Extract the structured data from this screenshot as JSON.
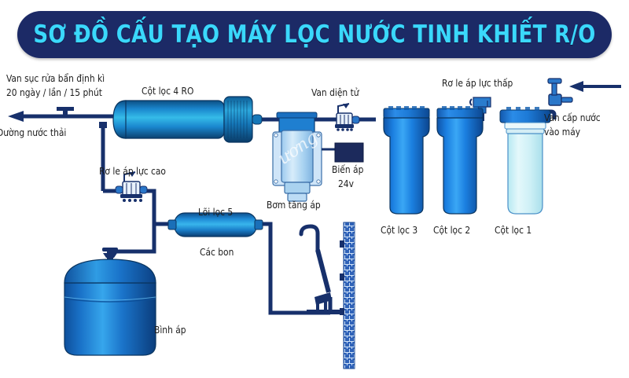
{
  "banner": {
    "title": "SƠ ĐỒ CẤU TẠO MÁY LỌC NƯỚC TINH KHIẾT R/O",
    "bg_color": "#1c2a66",
    "text_color": "#3ad8fb"
  },
  "colors": {
    "pipe": "#17306b",
    "housing_blue": "#1878d4",
    "housing_light": "#d6f3f7",
    "ro_body": "#0f86c8",
    "tank_blue": "#1f6fc4",
    "label_text": "#1d1d1d",
    "wall_tile": "#2f62b8"
  },
  "labels": {
    "flush_valve_line1": "Van sục rửa bẩn định kì",
    "flush_valve_line2": "20 ngày / lần / 15 phút",
    "waste_line": "Đường nước thải",
    "ro_column": "Cột lọc 4 RO",
    "solenoid_valve": "Van diện tử",
    "low_pressure_switch": "Rơ le áp lực thấp",
    "inlet_valve_line1": "Van cấp nước",
    "inlet_valve_line2": "vào máy",
    "high_pressure_switch": "Rơ le áp lực cao",
    "transformer_line1": "Biến áp",
    "transformer_line2": "24v",
    "booster_pump": "Bơm tăng áp",
    "filter_core_5": "Lõi lọc 5",
    "carbon": "Các bon",
    "pressure_tank": "Bình áp",
    "column_3": "Cột lọc 3",
    "column_2": "Cột lọc 2",
    "column_1": "Cột lọc 1"
  },
  "watermark": "ương",
  "components": [
    {
      "id": "ro-membrane-housing",
      "label": "Cột lọc 4 RO"
    },
    {
      "id": "solenoid-valve",
      "label": "Van diện tử"
    },
    {
      "id": "low-pressure-switch",
      "label": "Rơ le áp lực thấp"
    },
    {
      "id": "inlet-water-valve",
      "label": "Van cấp nước vào máy"
    },
    {
      "id": "high-pressure-switch",
      "label": "Rơ le áp lực cao"
    },
    {
      "id": "transformer-24v",
      "label": "Biến áp 24v"
    },
    {
      "id": "booster-pump",
      "label": "Bơm tăng áp"
    },
    {
      "id": "carbon-post-filter",
      "label": "Lõi lọc 5 / Các bon"
    },
    {
      "id": "pressure-tank",
      "label": "Bình áp"
    },
    {
      "id": "filter-column-3",
      "label": "Cột lọc 3"
    },
    {
      "id": "filter-column-2",
      "label": "Cột lọc 2"
    },
    {
      "id": "filter-column-1",
      "label": "Cột lọc 1"
    },
    {
      "id": "flush-valve",
      "label": "Van sục rửa bẩn định kì"
    },
    {
      "id": "waste-water-outlet",
      "label": "Đường nước thải"
    },
    {
      "id": "dispensing-faucet",
      "label": ""
    }
  ]
}
